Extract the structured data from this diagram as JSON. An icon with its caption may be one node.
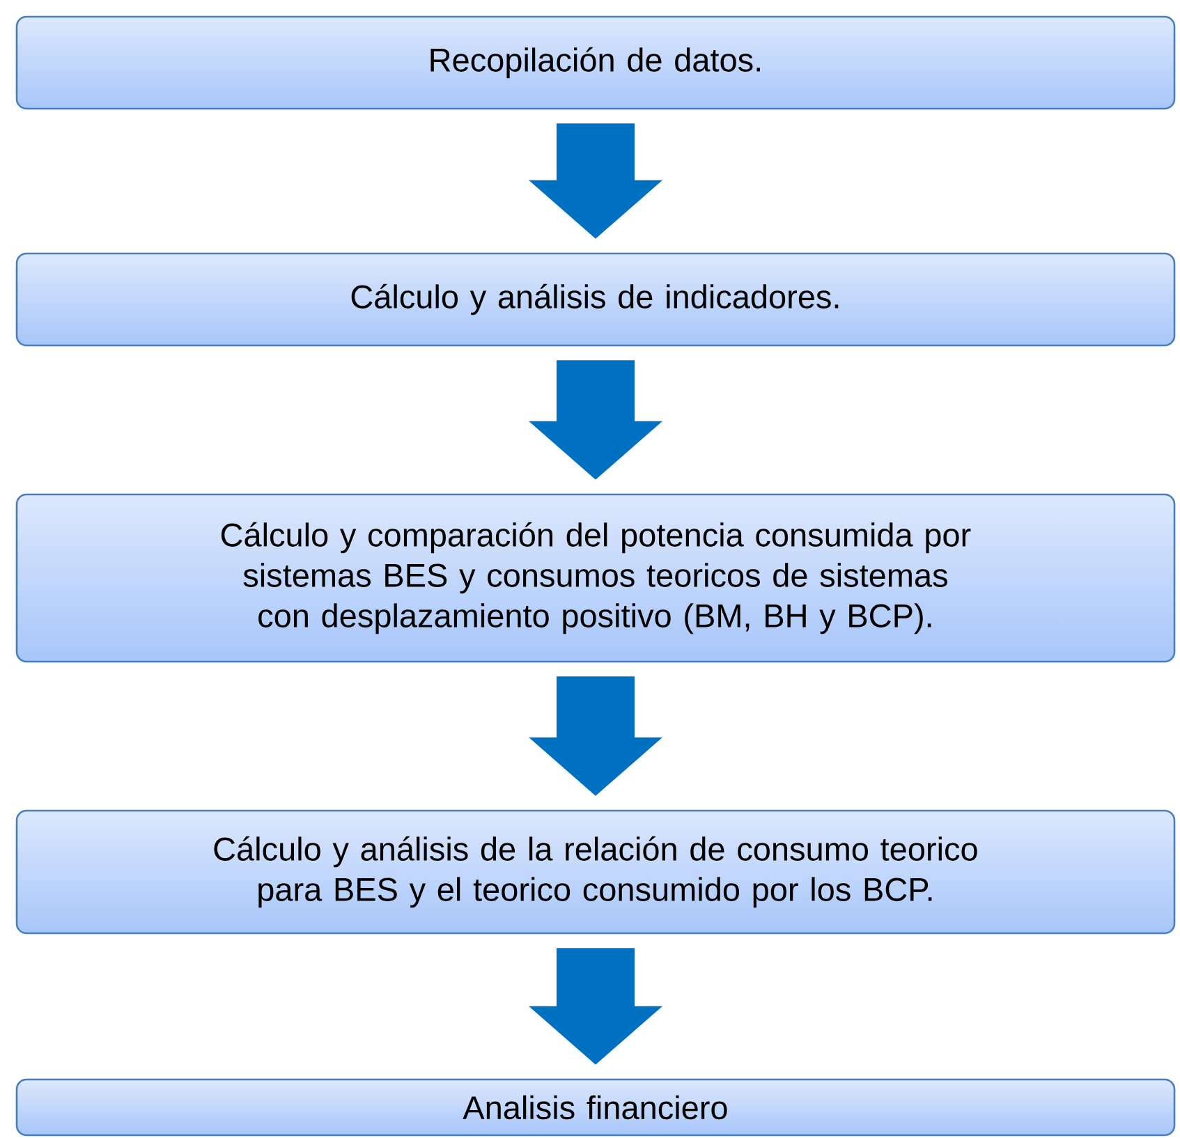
{
  "diagram": {
    "nodes": [
      {
        "text": [
          "Recopilación de datos."
        ]
      },
      {
        "text": [
          "Cálculo y análisis de indicadores."
        ]
      },
      {
        "text": [
          "Cálculo y comparación del potencia consumida por sistemas BES y consumos teoricos de sistemas con desplazamiento positivo (BM, BH y BCP)."
        ]
      },
      {
        "text": [
          "Cálculo y análisis de la relación de consumo teorico para BES y el teorico consumido por los BCP."
        ]
      },
      {
        "text": [
          "Analisis financiero"
        ]
      }
    ],
    "edges": [
      {
        "from": 0,
        "to": 1,
        "arrow": "to"
      },
      {
        "from": 1,
        "to": 2,
        "arrow": "to"
      },
      {
        "from": 2,
        "to": 3,
        "arrow": "to"
      },
      {
        "from": 3,
        "to": 4,
        "arrow": "to"
      }
    ]
  }
}
